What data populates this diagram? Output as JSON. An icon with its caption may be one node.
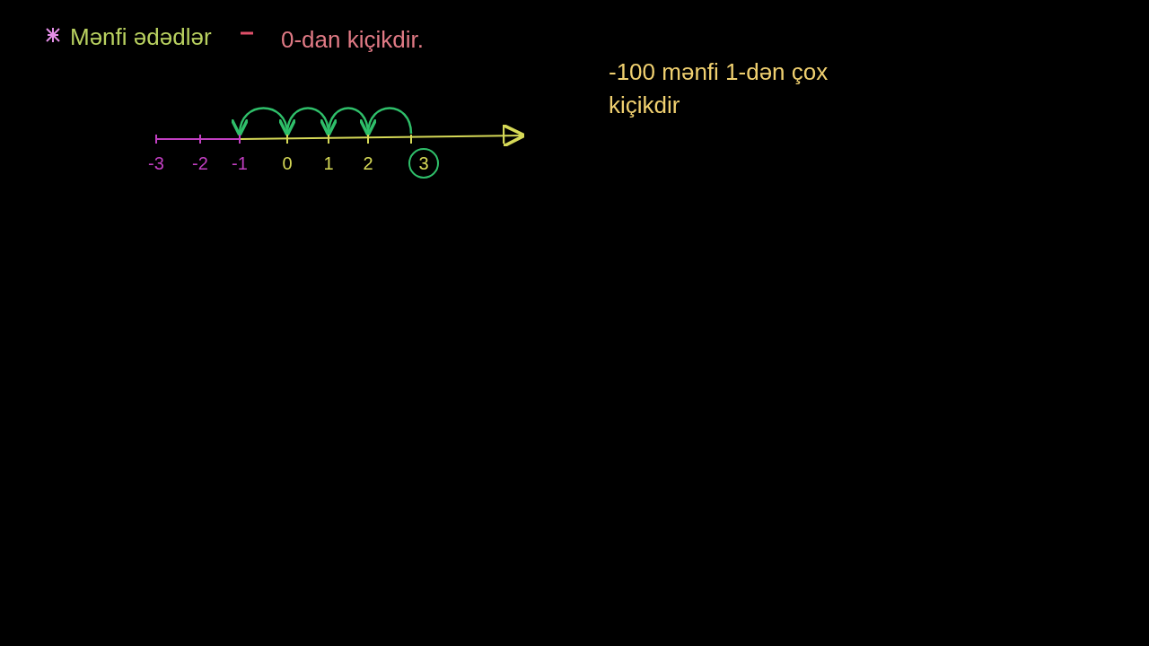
{
  "diagram": {
    "nodes": [
      {
        "text": [],
        "shape": "bar",
        "beside": [
          "-3"
        ]
      },
      {
        "text": [],
        "shape": "bar",
        "beside": [
          "-2"
        ]
      },
      {
        "text": [],
        "shape": "bar",
        "beside": [
          "-1"
        ]
      },
      {
        "text": [],
        "shape": "bar",
        "beside": [
          "0"
        ]
      },
      {
        "text": [],
        "shape": "bar",
        "beside": [
          "1"
        ]
      },
      {
        "text": [],
        "shape": "bar",
        "beside": [
          "2"
        ]
      },
      {
        "text": [],
        "shape": "bar",
        "beside": [
          "3"
        ]
      }
    ],
    "edges": [
      {
        "from": 6,
        "to": 5,
        "arrow": "to"
      },
      {
        "from": 5,
        "to": 4,
        "arrow": "to"
      },
      {
        "from": 4,
        "to": 3,
        "arrow": "to"
      },
      {
        "from": 3,
        "to": 2,
        "arrow": "to"
      }
    ],
    "labels": [
      "Mənfi ədədlər",
      "0-dan kiçikdir.",
      "-100 mənfi 1-dən çox kiçikdir"
    ]
  }
}
